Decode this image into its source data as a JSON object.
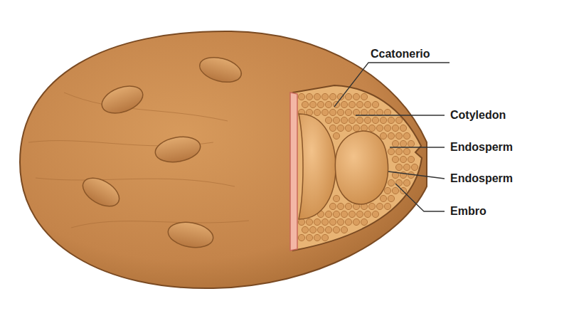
{
  "diagram": {
    "labels": [
      "Ccatonerio",
      "Cotyledon",
      "Endosperm",
      "Endosperm",
      "Embro"
    ]
  }
}
